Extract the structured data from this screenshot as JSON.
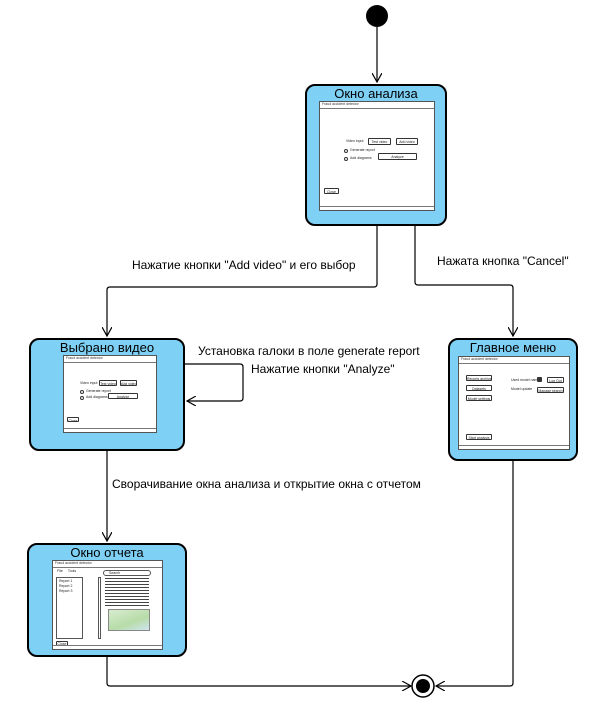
{
  "states": {
    "analysis": {
      "title": "Окно анализа"
    },
    "selected": {
      "title": "Выбрано видео"
    },
    "mainmenu": {
      "title": "Главное меню"
    },
    "report": {
      "title": "Окно отчета"
    }
  },
  "mockups": {
    "window_title": "Fraud accident detector",
    "video_input_label": "Video input",
    "video_select": "Test video",
    "add_video": "Add video",
    "generate_report": "Generate report",
    "add_diagrams": "Add diagrams",
    "analyze": "Analyze",
    "close": "Close",
    "reports_archive": "Reports archive",
    "datasets": "Datasets",
    "model_settings": "Model settings",
    "start_analysis": "Start analysis",
    "used_model_name": "Used model name",
    "log_out": "Log Out",
    "model_update": "Model update",
    "manage_search": "Manage search",
    "file_menu": "File",
    "tools_menu": "Tools",
    "report_items": [
      "Report 1",
      "Report 2",
      "Report 3"
    ],
    "search_placeholder": "Search"
  },
  "transitions": {
    "add_video": "Нажатие кнопки \"Add video\" и его выбор",
    "cancel": "Нажата кнопка \"Cancel\"",
    "generate_check": "Установка галоки в поле generate report",
    "analyze": "Нажатие кнопки \"Analyze\"",
    "collapse": "Сворачивание окна анализа и открытие окна с отчетом"
  }
}
